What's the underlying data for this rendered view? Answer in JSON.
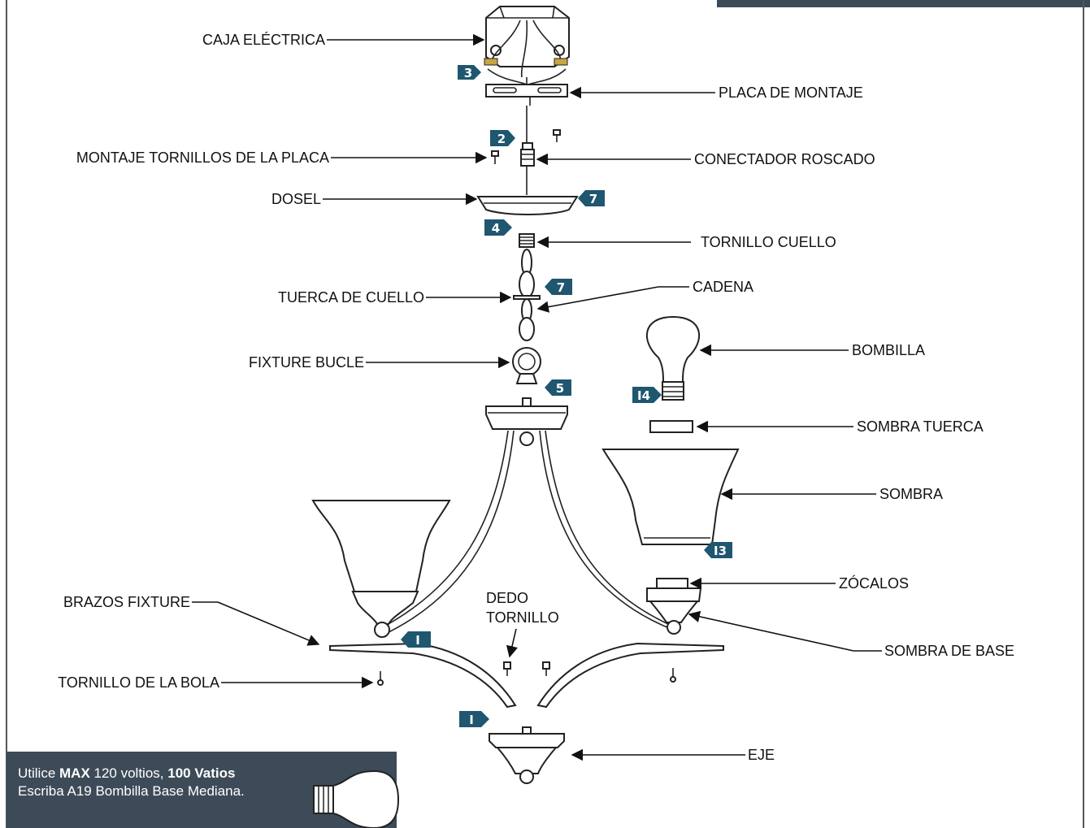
{
  "labels": {
    "caja": "CAJA ELÉCTRICA",
    "placa": "PLACA DE MONTAJE",
    "montaje_tornillos": "MONTAJE TORNILLOS DE LA PLACA",
    "conectador": "CONECTADOR ROSCADO",
    "dosel": "DOSEL",
    "tornillo_cuello": "TORNILLO CUELLO",
    "tuerca_cuello": "TUERCA DE CUELLO",
    "cadena": "CADENA",
    "fixture_bucle": "FIXTURE BUCLE",
    "bombilla": "BOMBILLA",
    "sombra_tuerca": "SOMBRA TUERCA",
    "sombra": "SOMBRA",
    "zocalos": "ZÓCALOS",
    "brazos": "BRAZOS FIXTURE",
    "dedo1": "DEDO",
    "dedo2": "TORNILLO",
    "sombra_base": "SOMBRA DE BASE",
    "tornillo_bola": "TORNILLO DE LA BOLA",
    "eje": "EJE"
  },
  "badges": {
    "b3": "3",
    "b2": "2",
    "b7a": "7",
    "b4": "4",
    "b7b": "7",
    "b5": "5",
    "b14": "I4",
    "b13": "I3",
    "b1a": "I",
    "b1b": "I"
  },
  "note": {
    "line1_pre": "Utilice ",
    "line1_b1": "MAX",
    "line1_mid": " 120 voltios, ",
    "line1_b2": "100 Vatios",
    "line2": "Escriba A19 Bombilla Base Mediana."
  },
  "colors": {
    "badge": "#1f5670",
    "panel": "#3d4b58"
  }
}
